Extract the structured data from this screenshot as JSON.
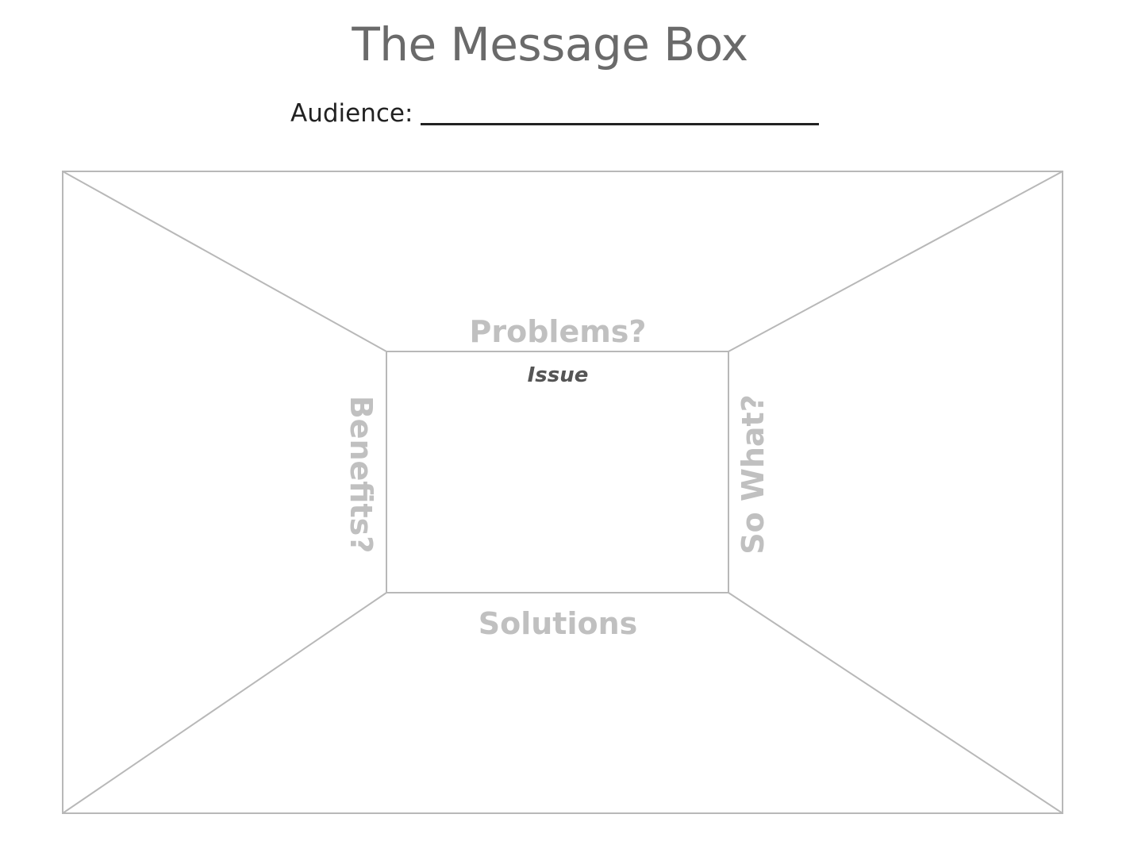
{
  "title": "The Message Box",
  "audience": {
    "label": "Audience:",
    "value": ""
  },
  "box": {
    "sections": {
      "top": "Problems?",
      "bottom": "Solutions",
      "left": "Benefits?",
      "right": "So What?"
    },
    "center_label": "Issue"
  },
  "colors": {
    "title": "#6a6a6a",
    "lines": "#b8b8b8",
    "section_labels": "#c0c0c0",
    "center_label": "#555555"
  }
}
